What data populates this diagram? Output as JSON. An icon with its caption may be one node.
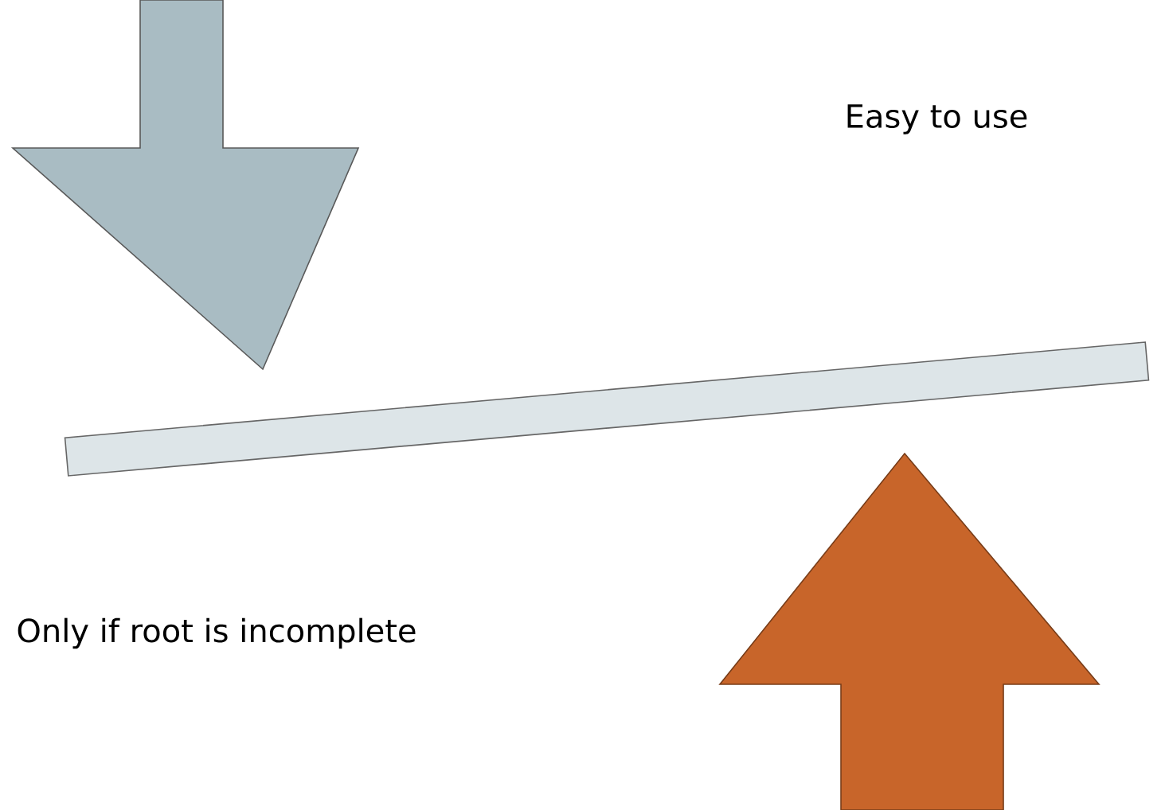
{
  "diagram": {
    "nodes": [
      {
        "text": [],
        "shape": "bar"
      }
    ],
    "labels": [
      "Easy to use",
      "Only if root is incomplete"
    ]
  }
}
